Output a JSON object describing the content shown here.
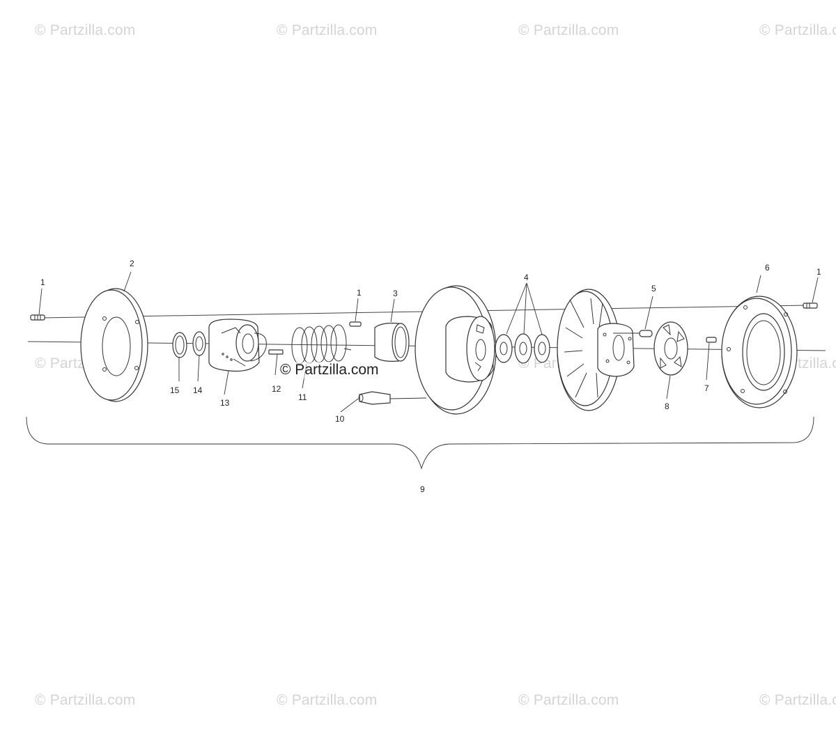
{
  "watermark_text": "© Partzilla.com",
  "center_watermark_text": "© Partzilla.com",
  "callouts": [
    "1",
    "2",
    "3",
    "4",
    "5",
    "6",
    "7",
    "8",
    "9",
    "10",
    "11",
    "12",
    "13",
    "14",
    "15"
  ],
  "colors": {
    "line": "#333333",
    "watermark": "#d4d4d4",
    "background": "#ffffff"
  }
}
